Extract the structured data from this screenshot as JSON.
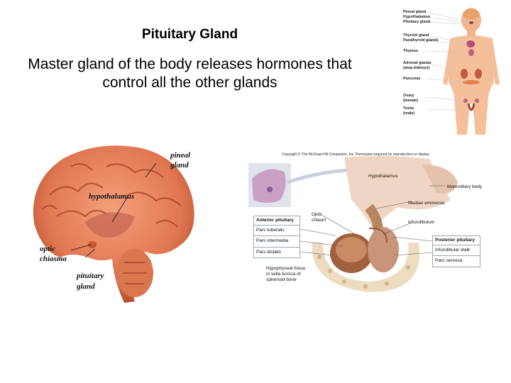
{
  "slide": {
    "title": "Pituitary Gland",
    "body": "Master gland of the body releases hormones that control all the other glands"
  },
  "endocrine_figure": {
    "labels": [
      "Pineal gland",
      "Hypothalamus",
      "Pituitary gland",
      "Thyroid gland",
      "Parathyroid glands",
      "Thymus",
      "Adrenal glands",
      "(atop kidneys)",
      "Pancreas",
      "Ovary",
      "(female)",
      "Testis",
      "(male)"
    ]
  },
  "brain_figure": {
    "pineal": "pineal",
    "gland_1": "gland",
    "hypothalamus": "hypothalamus",
    "optic": "optic",
    "chiasma": "chiasma",
    "pituitary": "pituitary",
    "gland_2": "gland"
  },
  "pituitary_diagram": {
    "copyright": "Copyright © The McGraw-Hill Companies, Inc. Permission required for reproduction or display.",
    "hypothalamus": "Hypothalamus",
    "mammillary_body": "Mammillary body",
    "median_eminence": "Median eminence",
    "optic": "Optic",
    "chiasm": "chiasm",
    "infundibulum": "Infundibulum",
    "anterior": {
      "header": "Anterior pituitary",
      "items": [
        "Pars tuberalis",
        "Pars intermedia",
        "Pars distalis"
      ]
    },
    "posterior": {
      "header": "Posterior pituitary",
      "items": [
        "Infundibular stalk",
        "Pars nervosa"
      ]
    },
    "fossa": [
      "Hypophyseal fossa",
      "in sella turcica of",
      "sphenoid bone"
    ]
  }
}
